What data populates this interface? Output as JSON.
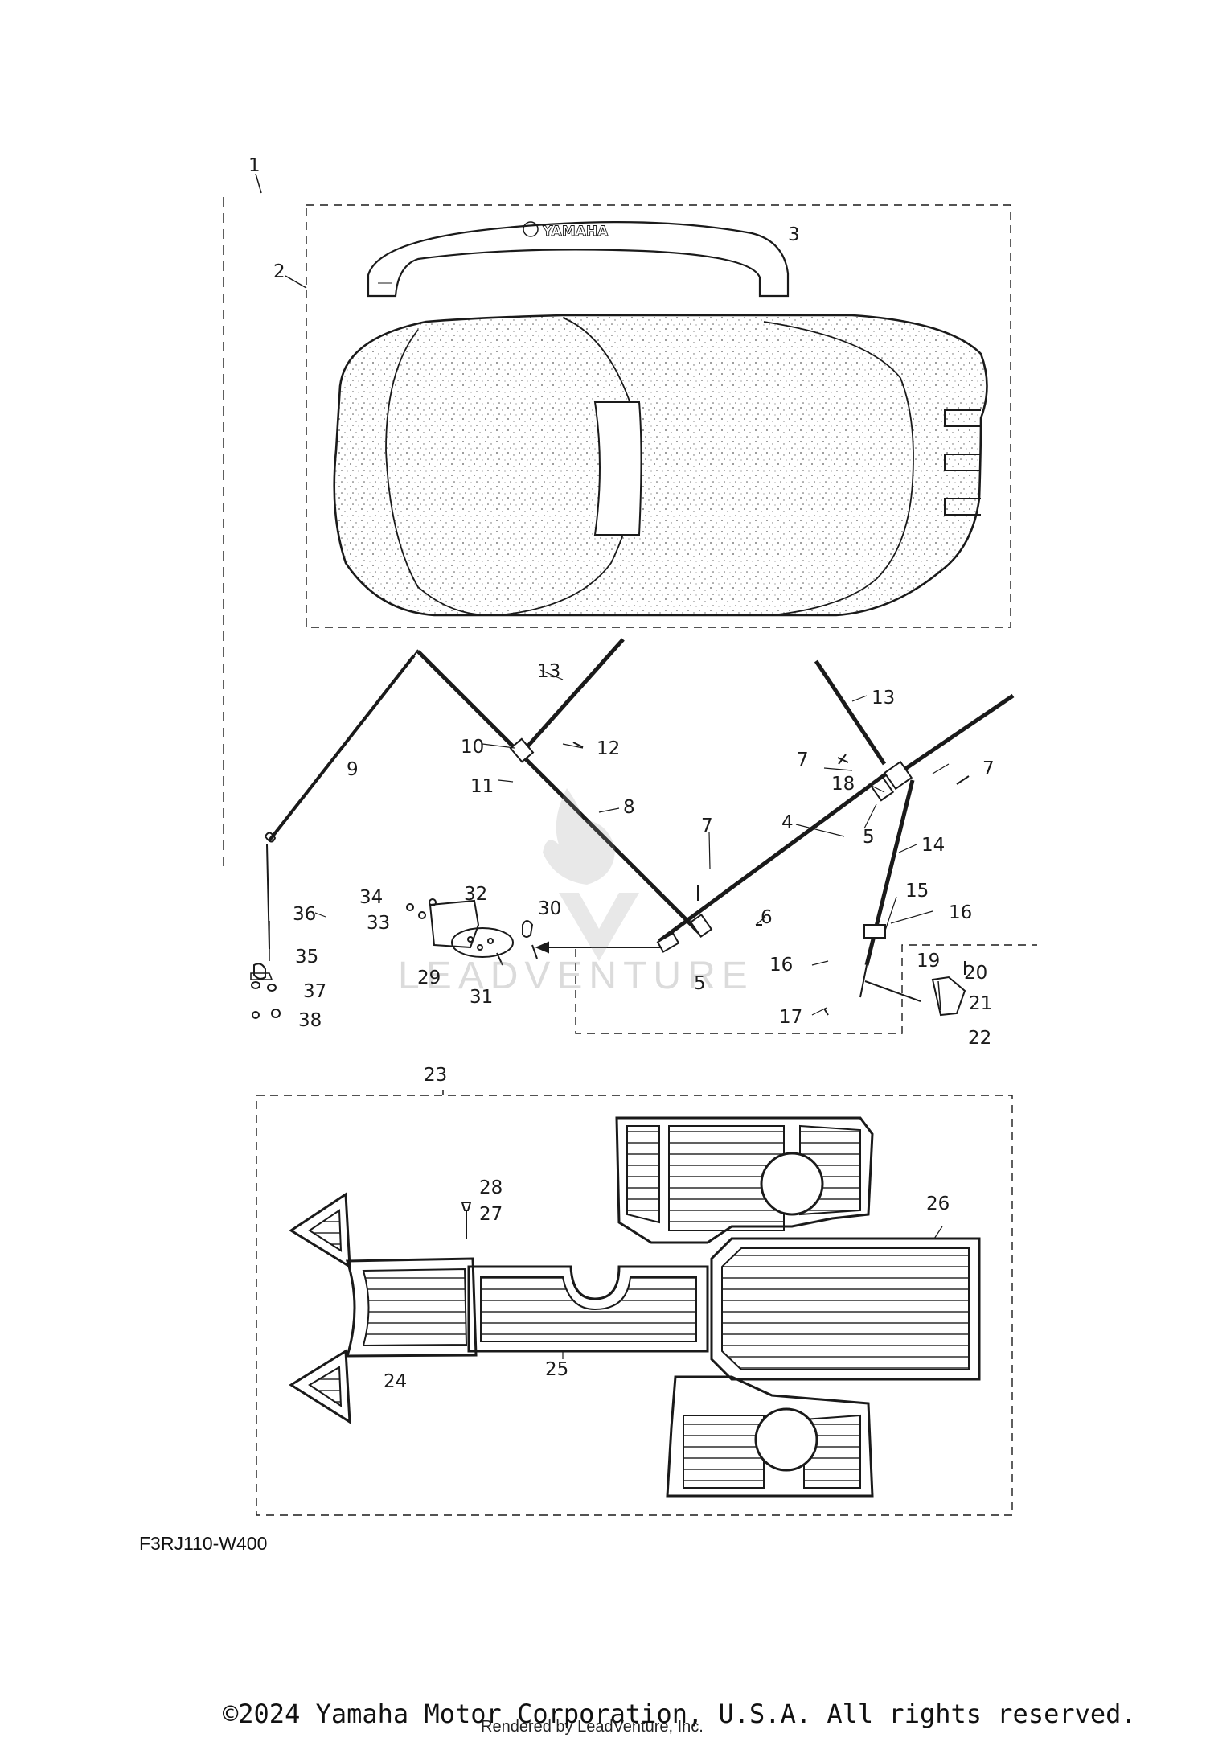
{
  "diagram_code": "F3RJ110-W400",
  "copyright": "©2024 Yamaha Motor Corporation, U.S.A. All rights reserved.",
  "rendered_by": "Rendered by LeadVenture, Inc.",
  "logo_text": "YAMAHA",
  "watermark_text": "LEADVENTURE",
  "callouts": [
    "1",
    "2",
    "3",
    "4",
    "5",
    "5",
    "6",
    "7",
    "7",
    "7",
    "8",
    "9",
    "10",
    "11",
    "12",
    "13",
    "13",
    "14",
    "15",
    "16",
    "16",
    "17",
    "18",
    "19",
    "20",
    "21",
    "22",
    "23",
    "24",
    "25",
    "26",
    "27",
    "28",
    "29",
    "30",
    "31",
    "32",
    "33",
    "34",
    "35",
    "36",
    "37",
    "38"
  ],
  "colors": {
    "line": "#1a1a1a",
    "paper": "#ffffff",
    "watermark": "#9a9a9a"
  }
}
